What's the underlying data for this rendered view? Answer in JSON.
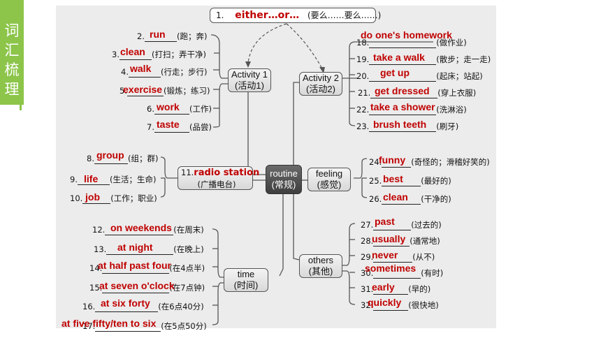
{
  "sidebar": {
    "title_chars": [
      "词",
      "汇",
      "梳",
      "理"
    ]
  },
  "top": {
    "num": "1.",
    "answer": "either…or…",
    "meaning": "(要么……要么……)"
  },
  "center": {
    "line1": "routine",
    "line2": "(常规)"
  },
  "activity1": {
    "line1": "Activity 1",
    "line2": "(活动1)"
  },
  "activity2": {
    "line1": "Activity 2",
    "line2": "(活动2)"
  },
  "radio": {
    "num": "11.",
    "answer": "radio station",
    "meaning": "(广播电台)"
  },
  "feeling": {
    "line1": "feeling",
    "line2": "(感觉)"
  },
  "time": {
    "line1": "time",
    "line2": "(时间)"
  },
  "others": {
    "line1": "others",
    "line2": "(其他)"
  },
  "left_top_items": [
    {
      "num": "2.",
      "answer": "run",
      "meaning": "(跑；奔)"
    },
    {
      "num": "3.",
      "answer": "clean",
      "meaning": "(打扫；弄干净)"
    },
    {
      "num": "4.",
      "answer": "walk",
      "meaning": "(行走；步行)"
    },
    {
      "num": "5.",
      "answer": "exercise",
      "meaning": "(锻炼；练习)"
    },
    {
      "num": "6.",
      "answer": "work",
      "meaning": "(工作)"
    },
    {
      "num": "7.",
      "answer": "taste",
      "meaning": "(品尝)"
    }
  ],
  "left_mid_items": [
    {
      "num": "8.",
      "answer": "group",
      "meaning": "(组；群)"
    },
    {
      "num": "9.",
      "answer": "life",
      "meaning": "(生活；生命)"
    },
    {
      "num": "10.",
      "answer": "job",
      "meaning": "(工作；职业)"
    }
  ],
  "time_items": [
    {
      "num": "12.",
      "answer": "on weekends",
      "meaning": "(在周末)"
    },
    {
      "num": "13.",
      "answer": "at night",
      "meaning": "(在晚上)"
    },
    {
      "num": "14.",
      "answer": "at half past four",
      "meaning": "(在4点半)"
    },
    {
      "num": "15.",
      "answer": "at seven o'clock",
      "meaning": "(在7点钟)"
    },
    {
      "num": "16.",
      "answer": "at six forty",
      "meaning": "(在6点40分)"
    },
    {
      "num": "17.",
      "answer": "at five fifty/ten to six",
      "meaning": "(在5点50分)"
    }
  ],
  "right_top_items": [
    {
      "num": "18.",
      "answer": "do one's homework",
      "meaning": "(做作业)"
    },
    {
      "num": "19.",
      "answer": "take a walk",
      "meaning": "(散步；走一走)"
    },
    {
      "num": "20.",
      "answer": "get up",
      "meaning": "(起床；站起)"
    },
    {
      "num": "21.",
      "answer": "get dressed",
      "meaning": "(穿上衣服)"
    },
    {
      "num": "22.",
      "answer": "take a shower",
      "meaning": "(洗淋浴)"
    },
    {
      "num": "23.",
      "answer": "brush teeth",
      "meaning": "(刷牙)"
    }
  ],
  "feeling_items": [
    {
      "num": "24.",
      "answer": "funny",
      "meaning": "(奇怪的；滑稽好笑的)"
    },
    {
      "num": "25.",
      "answer": "best",
      "meaning": "(最好的)"
    },
    {
      "num": "26.",
      "answer": "clean",
      "meaning": "(干净的)"
    }
  ],
  "others_items": [
    {
      "num": "27.",
      "answer": "past",
      "meaning": "(过去的)"
    },
    {
      "num": "28.",
      "answer": "usually",
      "meaning": "(通常地)"
    },
    {
      "num": "29.",
      "answer": "never",
      "meaning": "(从不)"
    },
    {
      "num": "30.",
      "answer": "sometimes",
      "meaning": "(有时)"
    },
    {
      "num": "31.",
      "answer": "early",
      "meaning": "(早的)"
    },
    {
      "num": "32.",
      "answer": "quickly",
      "meaning": "(很快地)"
    }
  ]
}
